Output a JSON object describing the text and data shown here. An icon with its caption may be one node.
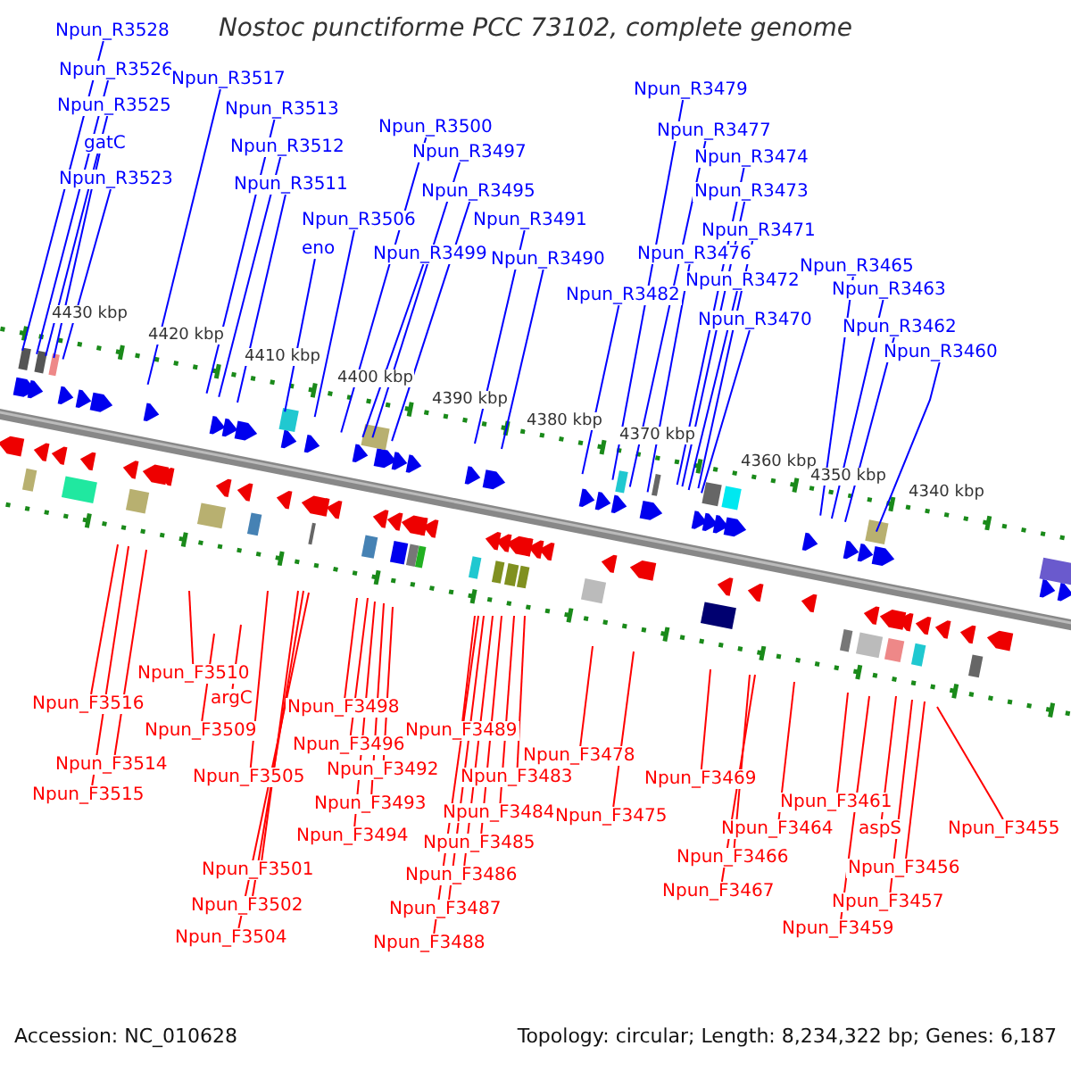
{
  "diagram": {
    "title": "Nostoc punctiforme PCC 73102, complete genome",
    "nodes": [
      {
        "text": [
          "Npun_R3528"
        ]
      },
      {
        "text": [
          "Npun_R3526"
        ]
      },
      {
        "text": [
          "Npun_R3525"
        ]
      },
      {
        "text": [
          "gatC"
        ]
      },
      {
        "text": [
          "Npun_R3523"
        ]
      },
      {
        "text": [
          "Npun_R3517"
        ]
      },
      {
        "text": [
          "Npun_R3513"
        ]
      },
      {
        "text": [
          "Npun_R3512"
        ]
      },
      {
        "text": [
          "Npun_R3511"
        ]
      },
      {
        "text": [
          "Npun_R3506"
        ]
      },
      {
        "text": [
          "eno"
        ]
      },
      {
        "text": [
          "Npun_R3500"
        ]
      },
      {
        "text": [
          "Npun_R3497"
        ]
      },
      {
        "text": [
          "Npun_R3495"
        ]
      },
      {
        "text": [
          "Npun_R3499"
        ]
      },
      {
        "text": [
          "Npun_R3491"
        ]
      },
      {
        "text": [
          "Npun_R3490"
        ]
      },
      {
        "text": [
          "Npun_R3482"
        ]
      },
      {
        "text": [
          "Npun_R3479"
        ]
      },
      {
        "text": [
          "Npun_R3477"
        ]
      },
      {
        "text": [
          "Npun_R3474"
        ]
      },
      {
        "text": [
          "Npun_R3473"
        ]
      },
      {
        "text": [
          "Npun_R3471"
        ]
      },
      {
        "text": [
          "Npun_R3476"
        ]
      },
      {
        "text": [
          "Npun_R3472"
        ]
      },
      {
        "text": [
          "Npun_R3470"
        ]
      },
      {
        "text": [
          "Npun_R3465"
        ]
      },
      {
        "text": [
          "Npun_R3463"
        ]
      },
      {
        "text": [
          "Npun_R3462"
        ]
      },
      {
        "text": [
          "Npun_R3460"
        ]
      },
      {
        "text": [
          "Npun_F3516"
        ]
      },
      {
        "text": [
          "Npun_F3514"
        ]
      },
      {
        "text": [
          "Npun_F3515"
        ]
      },
      {
        "text": [
          "Npun_F3510"
        ]
      },
      {
        "text": [
          "argC"
        ]
      },
      {
        "text": [
          "Npun_F3509"
        ]
      },
      {
        "text": [
          "Npun_F3505"
        ]
      },
      {
        "text": [
          "Npun_F3501"
        ]
      },
      {
        "text": [
          "Npun_F3502"
        ]
      },
      {
        "text": [
          "Npun_F3504"
        ]
      },
      {
        "text": [
          "Npun_F3498"
        ]
      },
      {
        "text": [
          "Npun_F3496"
        ]
      },
      {
        "text": [
          "Npun_F3492"
        ]
      },
      {
        "text": [
          "Npun_F3493"
        ]
      },
      {
        "text": [
          "Npun_F3494"
        ]
      },
      {
        "text": [
          "Npun_F3489"
        ]
      },
      {
        "text": [
          "Npun_F3483"
        ]
      },
      {
        "text": [
          "Npun_F3484"
        ]
      },
      {
        "text": [
          "Npun_F3485"
        ]
      },
      {
        "text": [
          "Npun_F3486"
        ]
      },
      {
        "text": [
          "Npun_F3487"
        ]
      },
      {
        "text": [
          "Npun_F3488"
        ]
      },
      {
        "text": [
          "Npun_F3478"
        ]
      },
      {
        "text": [
          "Npun_F3475"
        ]
      },
      {
        "text": [
          "Npun_F3469"
        ]
      },
      {
        "text": [
          "Npun_F3464"
        ]
      },
      {
        "text": [
          "Npun_F3466"
        ]
      },
      {
        "text": [
          "Npun_F3467"
        ]
      },
      {
        "text": [
          "Npun_F3461"
        ]
      },
      {
        "text": [
          "aspS"
        ]
      },
      {
        "text": [
          "Npun_F3456"
        ]
      },
      {
        "text": [
          "Npun_F3457"
        ]
      },
      {
        "text": [
          "Npun_F3459"
        ]
      },
      {
        "text": [
          "Npun_F3455"
        ]
      }
    ],
    "edges": [
      {
        "from": 0,
        "to": null,
        "arrow": "none",
        "color": "#0000ff"
      },
      {
        "from": 1,
        "to": null,
        "arrow": "none",
        "color": "#0000ff"
      },
      {
        "from": 2,
        "to": null,
        "arrow": "none",
        "color": "#0000ff"
      },
      {
        "from": 3,
        "to": null,
        "arrow": "none",
        "color": "#0000ff"
      },
      {
        "from": 4,
        "to": null,
        "arrow": "none",
        "color": "#0000ff"
      },
      {
        "from": 5,
        "to": null,
        "arrow": "none",
        "color": "#0000ff"
      },
      {
        "from": 6,
        "to": null,
        "arrow": "none",
        "color": "#0000ff"
      },
      {
        "from": 7,
        "to": null,
        "arrow": "none",
        "color": "#0000ff"
      },
      {
        "from": 8,
        "to": null,
        "arrow": "none",
        "color": "#0000ff"
      },
      {
        "from": 9,
        "to": null,
        "arrow": "none",
        "color": "#0000ff"
      },
      {
        "from": 10,
        "to": null,
        "arrow": "none",
        "color": "#0000ff"
      },
      {
        "from": 11,
        "to": null,
        "arrow": "none",
        "color": "#0000ff"
      },
      {
        "from": 12,
        "to": null,
        "arrow": "none",
        "color": "#0000ff"
      },
      {
        "from": 13,
        "to": null,
        "arrow": "none",
        "color": "#0000ff"
      },
      {
        "from": 14,
        "to": null,
        "arrow": "none",
        "color": "#0000ff"
      },
      {
        "from": 15,
        "to": null,
        "arrow": "none",
        "color": "#0000ff"
      },
      {
        "from": 16,
        "to": null,
        "arrow": "none",
        "color": "#0000ff"
      },
      {
        "from": 17,
        "to": null,
        "arrow": "none",
        "color": "#0000ff"
      },
      {
        "from": 18,
        "to": null,
        "arrow": "none",
        "color": "#0000ff"
      },
      {
        "from": 19,
        "to": null,
        "arrow": "none",
        "color": "#0000ff"
      },
      {
        "from": 20,
        "to": null,
        "arrow": "none",
        "color": "#0000ff"
      },
      {
        "from": 21,
        "to": null,
        "arrow": "none",
        "color": "#0000ff"
      },
      {
        "from": 22,
        "to": null,
        "arrow": "none",
        "color": "#0000ff"
      },
      {
        "from": 23,
        "to": null,
        "arrow": "none",
        "color": "#0000ff"
      },
      {
        "from": 24,
        "to": null,
        "arrow": "none",
        "color": "#0000ff"
      },
      {
        "from": 25,
        "to": null,
        "arrow": "none",
        "color": "#0000ff"
      },
      {
        "from": 26,
        "to": null,
        "arrow": "none",
        "color": "#0000ff"
      },
      {
        "from": 27,
        "to": null,
        "arrow": "none",
        "color": "#0000ff"
      },
      {
        "from": 28,
        "to": null,
        "arrow": "none",
        "color": "#0000ff"
      },
      {
        "from": 29,
        "to": null,
        "arrow": "none",
        "color": "#0000ff"
      },
      {
        "from": 30,
        "to": null,
        "arrow": "none"
      },
      {
        "from": 31,
        "to": null,
        "arrow": "none"
      },
      {
        "from": 32,
        "to": null,
        "arrow": "none"
      },
      {
        "from": 33,
        "to": null,
        "arrow": "none"
      },
      {
        "from": 34,
        "to": null,
        "arrow": "none"
      },
      {
        "from": 35,
        "to": null,
        "arrow": "none"
      },
      {
        "from": 36,
        "to": null,
        "arrow": "none"
      },
      {
        "from": 37,
        "to": null,
        "arrow": "none"
      },
      {
        "from": 38,
        "to": null,
        "arrow": "none"
      },
      {
        "from": 39,
        "to": null,
        "arrow": "none"
      },
      {
        "from": 40,
        "to": null,
        "arrow": "none"
      },
      {
        "from": 41,
        "to": null,
        "arrow": "none"
      },
      {
        "from": 42,
        "to": null,
        "arrow": "none"
      },
      {
        "from": 43,
        "to": null,
        "arrow": "none"
      },
      {
        "from": 44,
        "to": null,
        "arrow": "none"
      },
      {
        "from": 45,
        "to": null,
        "arrow": "none"
      },
      {
        "from": 46,
        "to": null,
        "arrow": "none"
      },
      {
        "from": 47,
        "to": null,
        "arrow": "none"
      },
      {
        "from": 48,
        "to": null,
        "arrow": "none"
      },
      {
        "from": 49,
        "to": null,
        "arrow": "none"
      },
      {
        "from": 50,
        "to": null,
        "arrow": "none"
      },
      {
        "from": 51,
        "to": null,
        "arrow": "none"
      },
      {
        "from": 52,
        "to": null,
        "arrow": "none"
      },
      {
        "from": 53,
        "to": null,
        "arrow": "none"
      },
      {
        "from": 54,
        "to": null,
        "arrow": "none"
      },
      {
        "from": 55,
        "to": null,
        "arrow": "none"
      },
      {
        "from": 56,
        "to": null,
        "arrow": "none"
      },
      {
        "from": 57,
        "to": null,
        "arrow": "none"
      },
      {
        "from": 58,
        "to": null,
        "arrow": "none"
      },
      {
        "from": 59,
        "to": null,
        "arrow": "none"
      },
      {
        "from": 60,
        "to": null,
        "arrow": "none"
      },
      {
        "from": 61,
        "to": null,
        "arrow": "none"
      },
      {
        "from": 62,
        "to": null,
        "arrow": "none"
      },
      {
        "from": 63,
        "to": null,
        "arrow": "none"
      }
    ],
    "labels": [
      "4430 kbp",
      "4420 kbp",
      "4410 kbp",
      "4400 kbp",
      "4390 kbp",
      "4380 kbp",
      "4370 kbp",
      "4360 kbp",
      "4350 kbp",
      "4340 kbp",
      "Accession: NC_010628",
      "Topology: circular; Length: 8,234,322 bp; Genes: 6,187"
    ]
  }
}
